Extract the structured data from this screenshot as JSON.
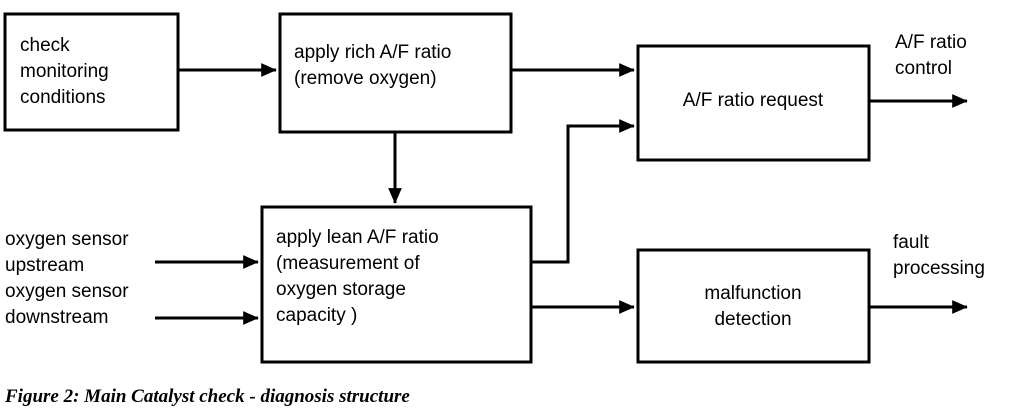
{
  "figure": {
    "caption": "Figure 2: Main Catalyst check - diagnosis structure",
    "background_color": "#ffffff",
    "line_color": "#000000"
  },
  "boxes": {
    "check_monitoring": {
      "lines": [
        "check",
        "monitoring",
        "conditions"
      ],
      "align": "left"
    },
    "apply_rich": {
      "lines": [
        "apply rich A/F ratio",
        "(remove oxygen)"
      ],
      "align": "left"
    },
    "apply_lean": {
      "lines": [
        "apply lean A/F ratio",
        "(measurement of",
        "oxygen storage",
        "capacity )"
      ],
      "align": "left"
    },
    "af_ratio_request": {
      "lines": [
        "A/F ratio request"
      ],
      "align": "center"
    },
    "malfunction_detection": {
      "lines": [
        "malfunction",
        "detection"
      ],
      "align": "center"
    }
  },
  "io_labels": {
    "oxygen_sensor_upstream": [
      "oxygen sensor",
      "upstream"
    ],
    "oxygen_sensor_downstream": [
      "oxygen sensor",
      "downstream"
    ],
    "af_ratio_control": [
      "A/F ratio",
      "control"
    ],
    "fault_processing": [
      "fault",
      "processing"
    ]
  },
  "connections": [
    {
      "name": "check-monitoring-to-apply-rich",
      "from": "check_monitoring",
      "to": "apply_rich"
    },
    {
      "name": "apply-rich-to-af-ratio-request",
      "from": "apply_rich",
      "to": "af_ratio_request"
    },
    {
      "name": "apply-rich-to-apply-lean",
      "from": "apply_rich",
      "to": "apply_lean"
    },
    {
      "name": "oxygen-sensor-upstream-to-apply-lean",
      "from": "oxygen_sensor_upstream",
      "to": "apply_lean"
    },
    {
      "name": "oxygen-sensor-downstream-to-apply-lean",
      "from": "oxygen_sensor_downstream",
      "to": "apply_lean"
    },
    {
      "name": "apply-lean-to-af-ratio-request",
      "from": "apply_lean",
      "to": "af_ratio_request"
    },
    {
      "name": "apply-lean-to-malfunction-detection",
      "from": "apply_lean",
      "to": "malfunction_detection"
    },
    {
      "name": "af-ratio-request-to-af-ratio-control",
      "from": "af_ratio_request",
      "to": "af_ratio_control"
    },
    {
      "name": "malfunction-detection-to-fault-processing",
      "from": "malfunction_detection",
      "to": "fault_processing"
    }
  ]
}
